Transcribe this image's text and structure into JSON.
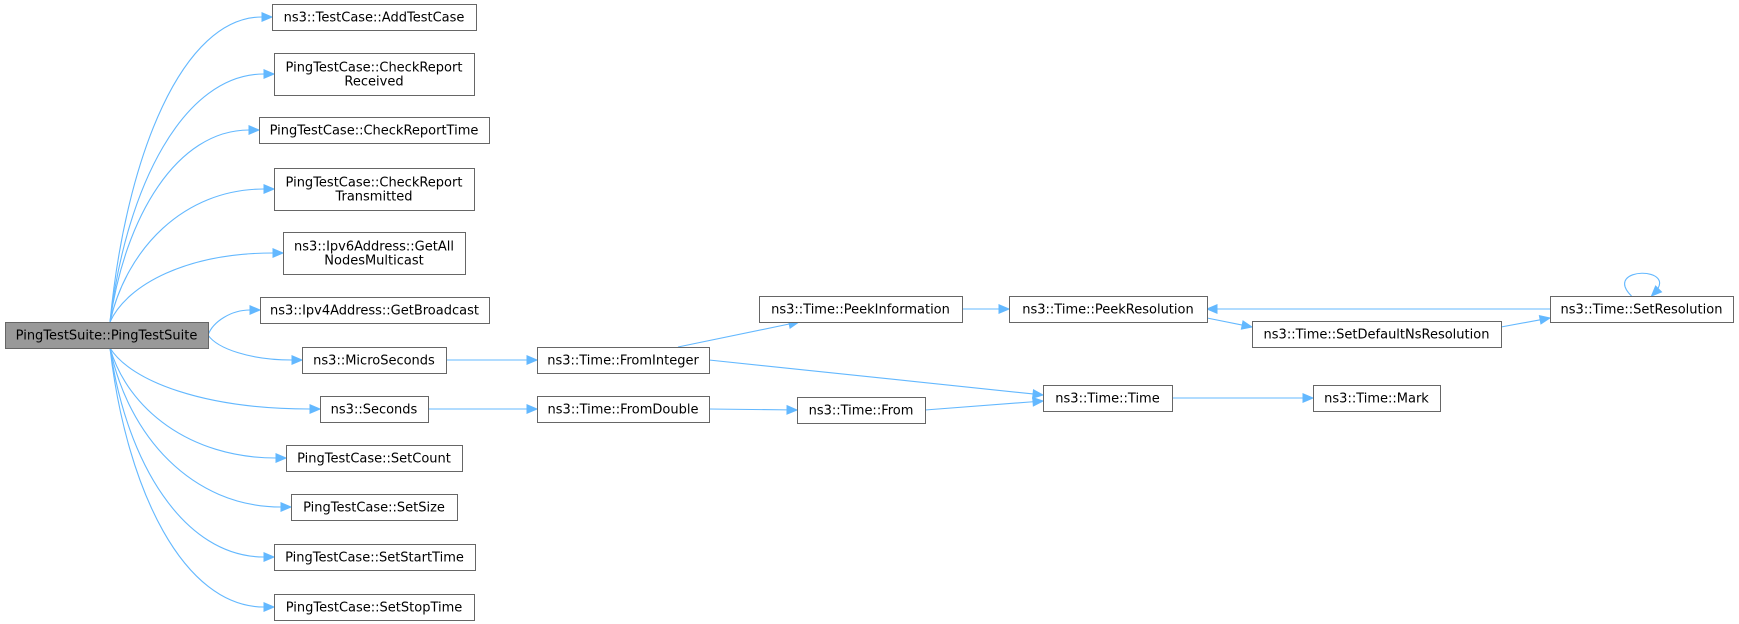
{
  "graph": {
    "root": "PingTestSuite::PingTestSuite",
    "nodes": [
      {
        "id": "root",
        "lines": [
          "PingTestSuite::PingTestSuite"
        ],
        "root": true
      },
      {
        "id": "addtestcase",
        "lines": [
          "ns3::TestCase::AddTestCase"
        ]
      },
      {
        "id": "checkreportreceived",
        "lines": [
          "PingTestCase::CheckReport",
          "Received"
        ]
      },
      {
        "id": "checkreporttime",
        "lines": [
          "PingTestCase::CheckReportTime"
        ]
      },
      {
        "id": "checkreporttransmitted",
        "lines": [
          "PingTestCase::CheckReport",
          "Transmitted"
        ]
      },
      {
        "id": "getallnodesmulticast",
        "lines": [
          "ns3::Ipv6Address::GetAll",
          "NodesMulticast"
        ]
      },
      {
        "id": "getbroadcast",
        "lines": [
          "ns3::Ipv4Address::GetBroadcast"
        ]
      },
      {
        "id": "microseconds",
        "lines": [
          "ns3::MicroSeconds"
        ]
      },
      {
        "id": "seconds",
        "lines": [
          "ns3::Seconds"
        ]
      },
      {
        "id": "setcount",
        "lines": [
          "PingTestCase::SetCount"
        ]
      },
      {
        "id": "setsize",
        "lines": [
          "PingTestCase::SetSize"
        ]
      },
      {
        "id": "setstarttime",
        "lines": [
          "PingTestCase::SetStartTime"
        ]
      },
      {
        "id": "setstoptime",
        "lines": [
          "PingTestCase::SetStopTime"
        ]
      },
      {
        "id": "frominteger",
        "lines": [
          "ns3::Time::FromInteger"
        ]
      },
      {
        "id": "fromdouble",
        "lines": [
          "ns3::Time::FromDouble"
        ]
      },
      {
        "id": "peekinformation",
        "lines": [
          "ns3::Time::PeekInformation"
        ]
      },
      {
        "id": "from",
        "lines": [
          "ns3::Time::From"
        ]
      },
      {
        "id": "peekresolution",
        "lines": [
          "ns3::Time::PeekResolution"
        ]
      },
      {
        "id": "time",
        "lines": [
          "ns3::Time::Time"
        ]
      },
      {
        "id": "setdefaultnsresolution",
        "lines": [
          "ns3::Time::SetDefaultNsResolution"
        ]
      },
      {
        "id": "mark",
        "lines": [
          "ns3::Time::Mark"
        ]
      },
      {
        "id": "setresolution",
        "lines": [
          "ns3::Time::SetResolution"
        ]
      }
    ],
    "edges": [
      {
        "from": "root",
        "to": "addtestcase"
      },
      {
        "from": "root",
        "to": "checkreportreceived"
      },
      {
        "from": "root",
        "to": "checkreporttime"
      },
      {
        "from": "root",
        "to": "checkreporttransmitted"
      },
      {
        "from": "root",
        "to": "getallnodesmulticast"
      },
      {
        "from": "root",
        "to": "getbroadcast"
      },
      {
        "from": "root",
        "to": "microseconds"
      },
      {
        "from": "root",
        "to": "seconds"
      },
      {
        "from": "root",
        "to": "setcount"
      },
      {
        "from": "root",
        "to": "setsize"
      },
      {
        "from": "root",
        "to": "setstarttime"
      },
      {
        "from": "root",
        "to": "setstoptime"
      },
      {
        "from": "microseconds",
        "to": "frominteger"
      },
      {
        "from": "seconds",
        "to": "fromdouble"
      },
      {
        "from": "frominteger",
        "to": "peekinformation"
      },
      {
        "from": "frominteger",
        "to": "time"
      },
      {
        "from": "fromdouble",
        "to": "from"
      },
      {
        "from": "peekinformation",
        "to": "peekresolution"
      },
      {
        "from": "from",
        "to": "time"
      },
      {
        "from": "peekresolution",
        "to": "setdefaultnsresolution"
      },
      {
        "from": "setdefaultnsresolution",
        "to": "setresolution"
      },
      {
        "from": "setresolution",
        "to": "peekresolution"
      },
      {
        "from": "setresolution",
        "to": "setresolution"
      },
      {
        "from": "time",
        "to": "mark"
      }
    ]
  }
}
